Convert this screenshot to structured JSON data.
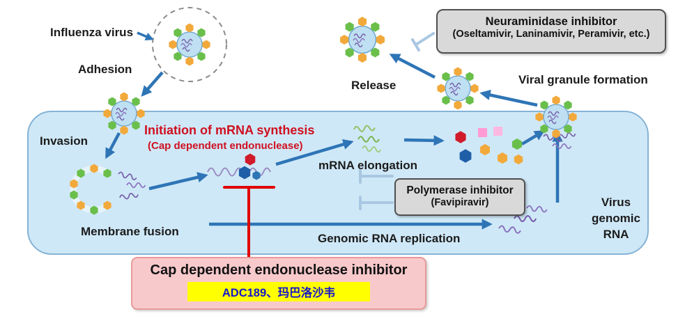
{
  "diagram": {
    "steps": {
      "influenza_virus": "Influenza virus",
      "adhesion": "Adhesion",
      "invasion": "Invasion",
      "membrane_fusion": "Membrane fusion",
      "initiation": "Initiation of mRNA synthesis",
      "initiation_sub": "(Cap dependent endonuclease)",
      "mrna_elongation": "mRNA elongation",
      "genomic_rna_replication": "Genomic RNA replication",
      "virus_genomic_rna": "Virus\ngenomic\nRNA",
      "viral_granule_formation": "Viral granule formation",
      "release": "Release"
    },
    "inhibitors": {
      "neuraminidase": {
        "title": "Neuraminidase inhibitor",
        "drugs": "(Oseltamivir, Laninamivir, Peramivir, etc.)"
      },
      "polymerase": {
        "title": "Polymerase inhibitor",
        "drugs": "(Favipiravir)"
      },
      "cap_endonuclease": {
        "title": "Cap dependent endonuclease inhibitor",
        "drugs": "ADC189、玛巴洛沙韦"
      }
    },
    "colors": {
      "cell_fill": "#cfe8f7",
      "cell_border": "#85b3d6",
      "arrow_blue": "#2e75b6",
      "inhibit_red": "#e00000",
      "inhibit_light_blue": "#a9c7e2",
      "inhibitor_box_gray": "#d9d9d9",
      "cap_box_pink": "#f8c9cb",
      "drug_highlight_yellow": "#ffff00",
      "drug_text_blue": "#1515cc",
      "hexagon_green": "#6abf4b",
      "hexagon_orange": "#f2a93b",
      "rna_purple": "#7660ab",
      "mrna_green": "#7ab54e"
    }
  }
}
